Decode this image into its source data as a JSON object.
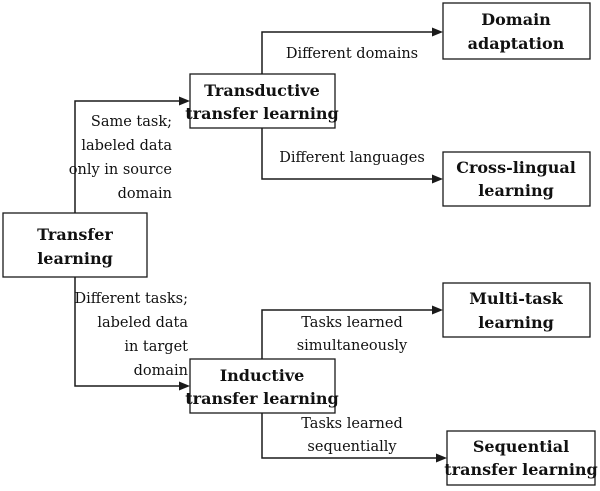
{
  "nodes": {
    "transfer": [
      "Transfer",
      "learning"
    ],
    "transductive": [
      "Transductive",
      "transfer learning"
    ],
    "inductive": [
      "Inductive",
      "transfer learning"
    ],
    "domain_adaptation": [
      "Domain",
      "adaptation"
    ],
    "cross_lingual": [
      "Cross-lingual",
      "learning"
    ],
    "multi_task": [
      "Multi-task",
      "learning"
    ],
    "sequential": [
      "Sequential",
      "transfer learning"
    ]
  },
  "edges": {
    "transfer_to_transductive": [
      "Same task;",
      "labeled data",
      "only in source",
      "domain"
    ],
    "transfer_to_inductive": [
      "Different tasks;",
      "labeled data",
      "in target",
      "domain"
    ],
    "transductive_to_domain_adaptation": [
      "Different domains"
    ],
    "transductive_to_cross_lingual": [
      "Different languages"
    ],
    "inductive_to_multi_task": [
      "Tasks learned",
      "simultaneously"
    ],
    "inductive_to_sequential": [
      "Tasks learned",
      "sequentially"
    ]
  }
}
